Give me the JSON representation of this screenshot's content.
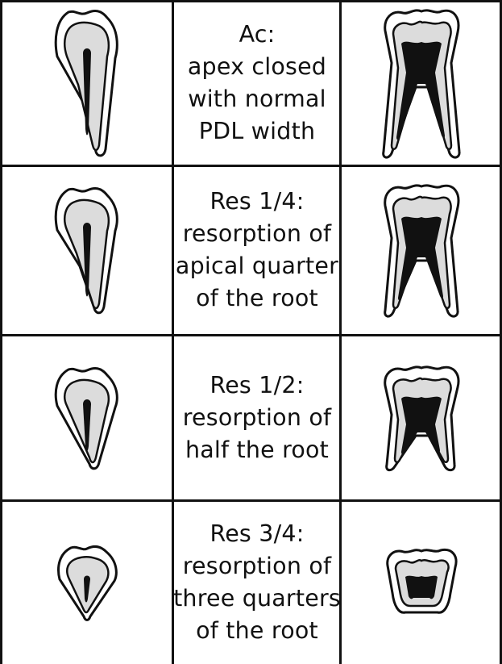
{
  "stages": [
    {
      "id": "ac",
      "lines": [
        "Ac:",
        "apex closed",
        "with normal",
        "PDL width"
      ],
      "root_remaining": 1.0
    },
    {
      "id": "res-1-4",
      "lines": [
        "Res 1/4:",
        "resorption of",
        "apical quarter",
        "of the root"
      ],
      "root_remaining": 0.75
    },
    {
      "id": "res-1-2",
      "lines": [
        "Res 1/2:",
        "resorption of",
        "half the root"
      ],
      "root_remaining": 0.5
    },
    {
      "id": "res-3-4",
      "lines": [
        "Res 3/4:",
        "resorption of",
        "three quarters",
        "of the root"
      ],
      "root_remaining": 0.25
    }
  ],
  "colors": {
    "outline": "#111111",
    "dentin": "#dcdcdc",
    "pulp": "#111111",
    "background": "#ffffff"
  }
}
